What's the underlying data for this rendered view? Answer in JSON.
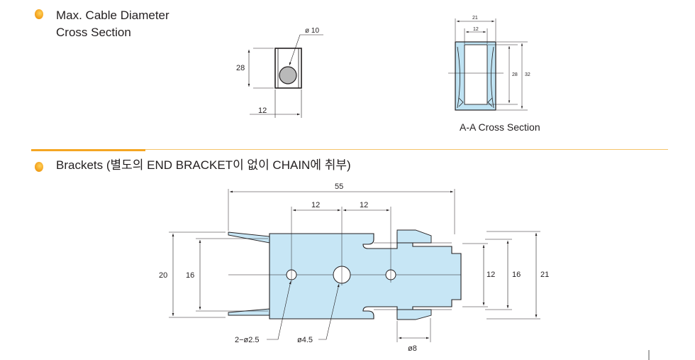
{
  "section1": {
    "title_line1": "Max. Cable Diameter",
    "title_line2": "Cross Section",
    "fig1": {
      "dim_diameter": "ø 10",
      "dim_height": "28",
      "dim_width": "12"
    },
    "fig2": {
      "dim_outer_width": "21",
      "dim_inner_width": "12",
      "dim_inner_height": "28",
      "dim_outer_height": "32",
      "caption": "A-A Cross Section"
    }
  },
  "section2": {
    "title": "Brackets (별도의 END BRACKET이 없이 CHAIN에 취부)",
    "dims": {
      "overall_length": "55",
      "hole_spacing_left": "12",
      "hole_spacing_right": "12",
      "left_outer": "20",
      "left_inner": "16",
      "right_slot": "12",
      "right_inner": "16",
      "right_outer": "21",
      "small_holes": "2−ø2.5",
      "center_hole": "ø4.5",
      "slot_width": "ø8"
    }
  },
  "colors": {
    "accent": "#f5a623",
    "part_fill": "#c7e6f5",
    "line": "#231f20"
  }
}
